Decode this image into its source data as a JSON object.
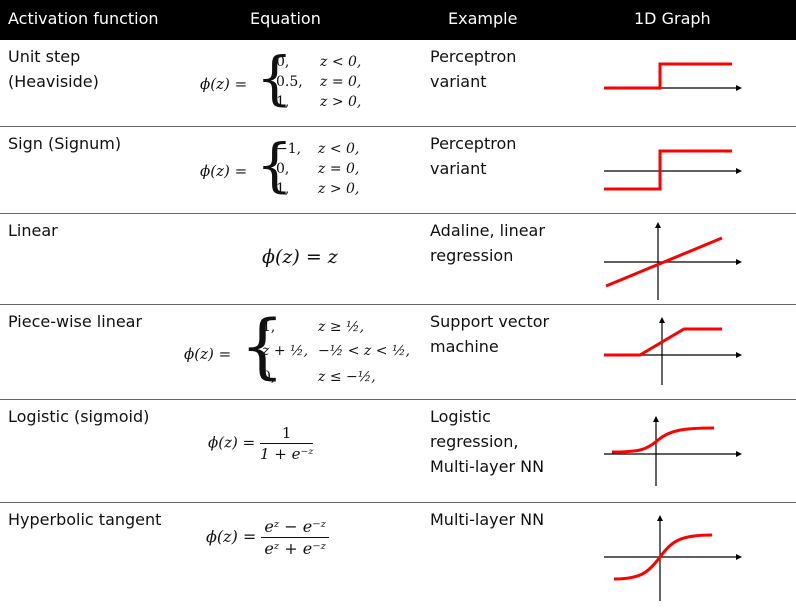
{
  "header": {
    "col1": "Activation function",
    "col2": "Equation",
    "col3": "Example",
    "col4": "1D Graph"
  },
  "rows": [
    {
      "name_lines": [
        "Unit step",
        "(Heaviside)"
      ],
      "example_lines": [
        "Perceptron",
        "variant"
      ],
      "cases": [
        {
          "val": "0,",
          "cond": "z < 0,"
        },
        {
          "val": "0.5,",
          "cond": "z = 0,"
        },
        {
          "val": "1,",
          "cond": "z > 0,"
        }
      ]
    },
    {
      "name_lines": [
        "Sign (Signum)"
      ],
      "example_lines": [
        "Perceptron",
        "variant"
      ],
      "cases": [
        {
          "val": "−1,",
          "cond": "z < 0,"
        },
        {
          "val": "0,",
          "cond": "z = 0,"
        },
        {
          "val": "1,",
          "cond": "z > 0,"
        }
      ]
    },
    {
      "name_lines": [
        "Linear"
      ],
      "example_lines": [
        "Adaline, linear",
        "regression"
      ],
      "equation": "ϕ(z) = z"
    },
    {
      "name_lines": [
        "Piece-wise linear"
      ],
      "example_lines": [
        "Support vector",
        "machine"
      ],
      "cases": [
        {
          "val": "1,",
          "cond": "z ≥ ½,"
        },
        {
          "val": "z + ½,",
          "cond": "−½ < z < ½,"
        },
        {
          "val": "0,",
          "cond": "z ≤ −½,"
        }
      ]
    },
    {
      "name_lines": [
        "Logistic (sigmoid)"
      ],
      "example_lines": [
        "Logistic",
        "regression,",
        "Multi-layer NN"
      ],
      "frac_num": "1",
      "frac_den": "1 + e⁻ᶻ"
    },
    {
      "name_lines": [
        "Hyperbolic tangent"
      ],
      "example_lines": [
        "Multi-layer NN"
      ],
      "frac_num": "eᶻ − e⁻ᶻ",
      "frac_den": "eᶻ + e⁻ᶻ"
    }
  ],
  "phi_lhs": "ϕ(z) =",
  "colors": {
    "header_bg": "#000000",
    "curve": "#ff0000",
    "axis": "#000000",
    "separator": "#666666"
  }
}
